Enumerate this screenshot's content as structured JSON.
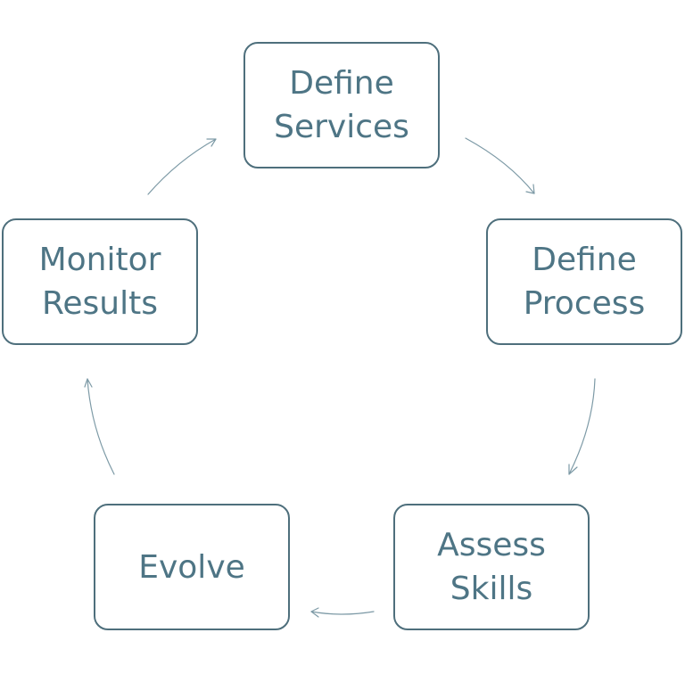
{
  "diagram": {
    "nodes": [
      {
        "id": "define-services",
        "label": "Define\nServices"
      },
      {
        "id": "define-process",
        "label": "Define\nProcess"
      },
      {
        "id": "assess-skills",
        "label": "Assess\nSkills"
      },
      {
        "id": "evolve",
        "label": "Evolve"
      },
      {
        "id": "monitor-results",
        "label": "Monitor\nResults"
      }
    ],
    "edges": [
      {
        "from": "define-services",
        "to": "define-process"
      },
      {
        "from": "define-process",
        "to": "assess-skills"
      },
      {
        "from": "assess-skills",
        "to": "evolve"
      },
      {
        "from": "evolve",
        "to": "monitor-results"
      },
      {
        "from": "monitor-results",
        "to": "define-services"
      }
    ],
    "colors": {
      "border": "#4e6f7c",
      "text": "#4e7585",
      "arrow": "#7d9aa6",
      "background": "#ffffff"
    }
  }
}
